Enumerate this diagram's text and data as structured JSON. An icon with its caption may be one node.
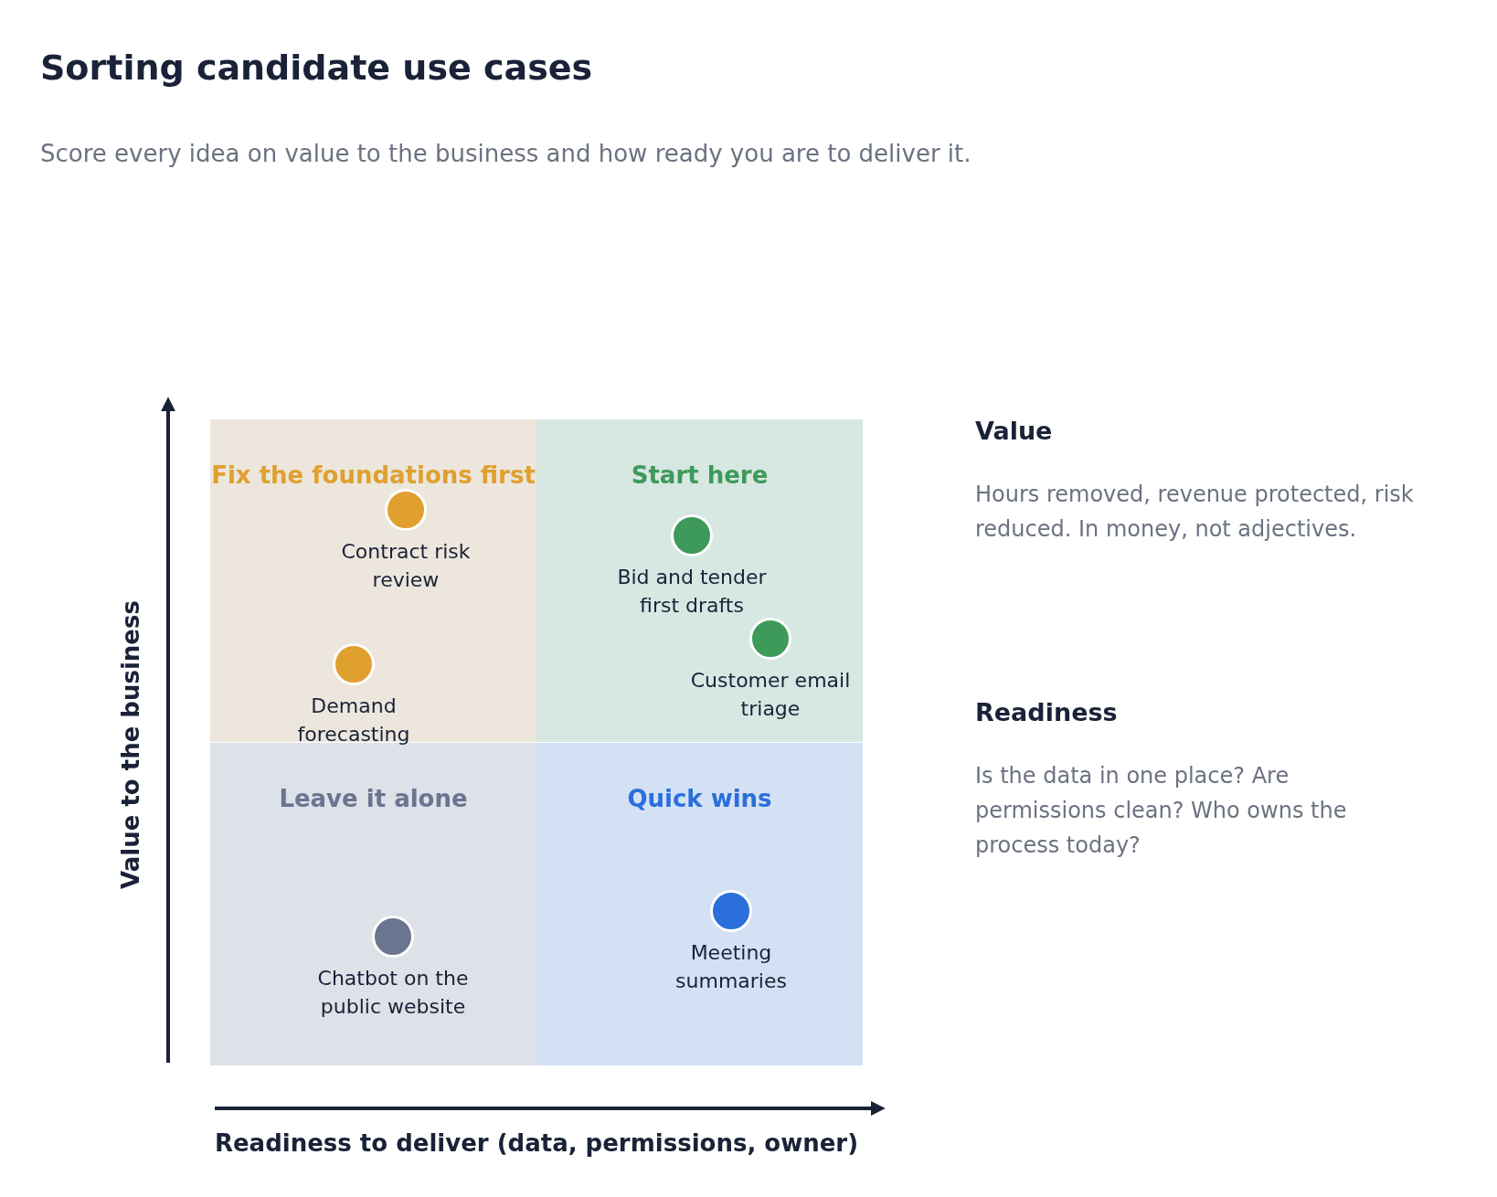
{
  "diagram": {
    "title": "Sorting candidate use cases",
    "nodes": [
      {
        "text": [
          "Fix the foundations first"
        ]
      },
      {
        "text": [],
        "shape": "circle",
        "in": 0,
        "beside": [
          "Contract risk review"
        ]
      },
      {
        "text": [],
        "shape": "circle",
        "in": 0,
        "beside": [
          "Demand forecasting"
        ]
      },
      {
        "text": [
          "Start here"
        ]
      },
      {
        "text": [],
        "shape": "circle",
        "in": 3,
        "beside": [
          "Bid and tender first drafts"
        ]
      },
      {
        "text": [],
        "shape": "circle",
        "in": 3,
        "beside": [
          "Customer email triage"
        ]
      },
      {
        "text": [
          "Leave it alone"
        ]
      },
      {
        "text": [],
        "shape": "circle",
        "in": 6,
        "beside": [
          "Chatbot on the public website"
        ]
      },
      {
        "text": [
          "Quick wins"
        ]
      },
      {
        "text": [],
        "shape": "circle",
        "in": 8,
        "beside": [
          "Meeting summaries"
        ]
      }
    ],
    "edges": [],
    "labels": [
      "Score every idea on value to the business and how ready you are to deliver it.",
      "Value to the business",
      "Readiness to deliver (data, permissions, owner)",
      "Value",
      "Hours removed, revenue protected, risk reduced. In money, not adjectives.",
      "Readiness",
      "Is the data in one place? Are permissions clean? Who owns the process today?"
    ]
  }
}
